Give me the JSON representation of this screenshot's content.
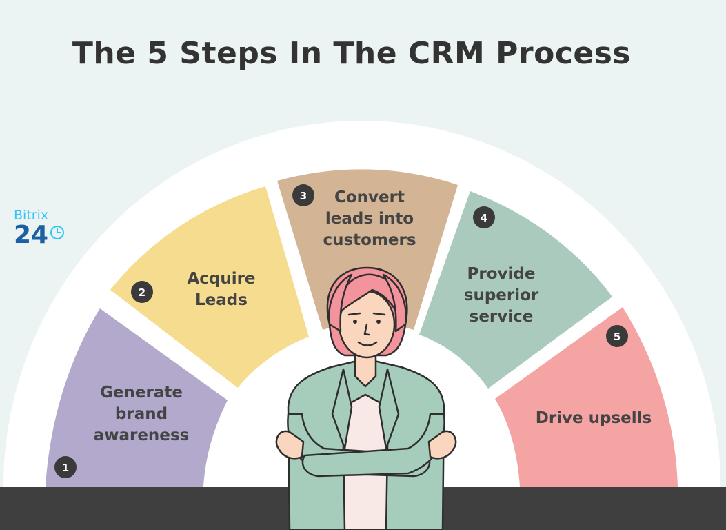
{
  "title": "The 5 Steps In The CRM Process",
  "logo": {
    "line1": "Bitrix",
    "line2": "24"
  },
  "steps": [
    {
      "number": "1",
      "lines": [
        "Generate",
        "brand",
        "awareness"
      ],
      "color": "#b2a9cd"
    },
    {
      "number": "2",
      "lines": [
        "Acquire",
        "Leads"
      ],
      "color": "#f6dc8e"
    },
    {
      "number": "3",
      "lines": [
        "Convert",
        "leads into",
        "customers"
      ],
      "color": "#d3b595"
    },
    {
      "number": "4",
      "lines": [
        "Provide",
        "superior",
        "service"
      ],
      "color": "#a9cabd"
    },
    {
      "number": "5",
      "lines": [
        "Drive upsells"
      ],
      "color": "#f5a4a4"
    }
  ],
  "colors": {
    "background": "#ecf4f3",
    "floor": "#3f3f3f",
    "text": "#444444",
    "badge": "#3a3a3a"
  }
}
